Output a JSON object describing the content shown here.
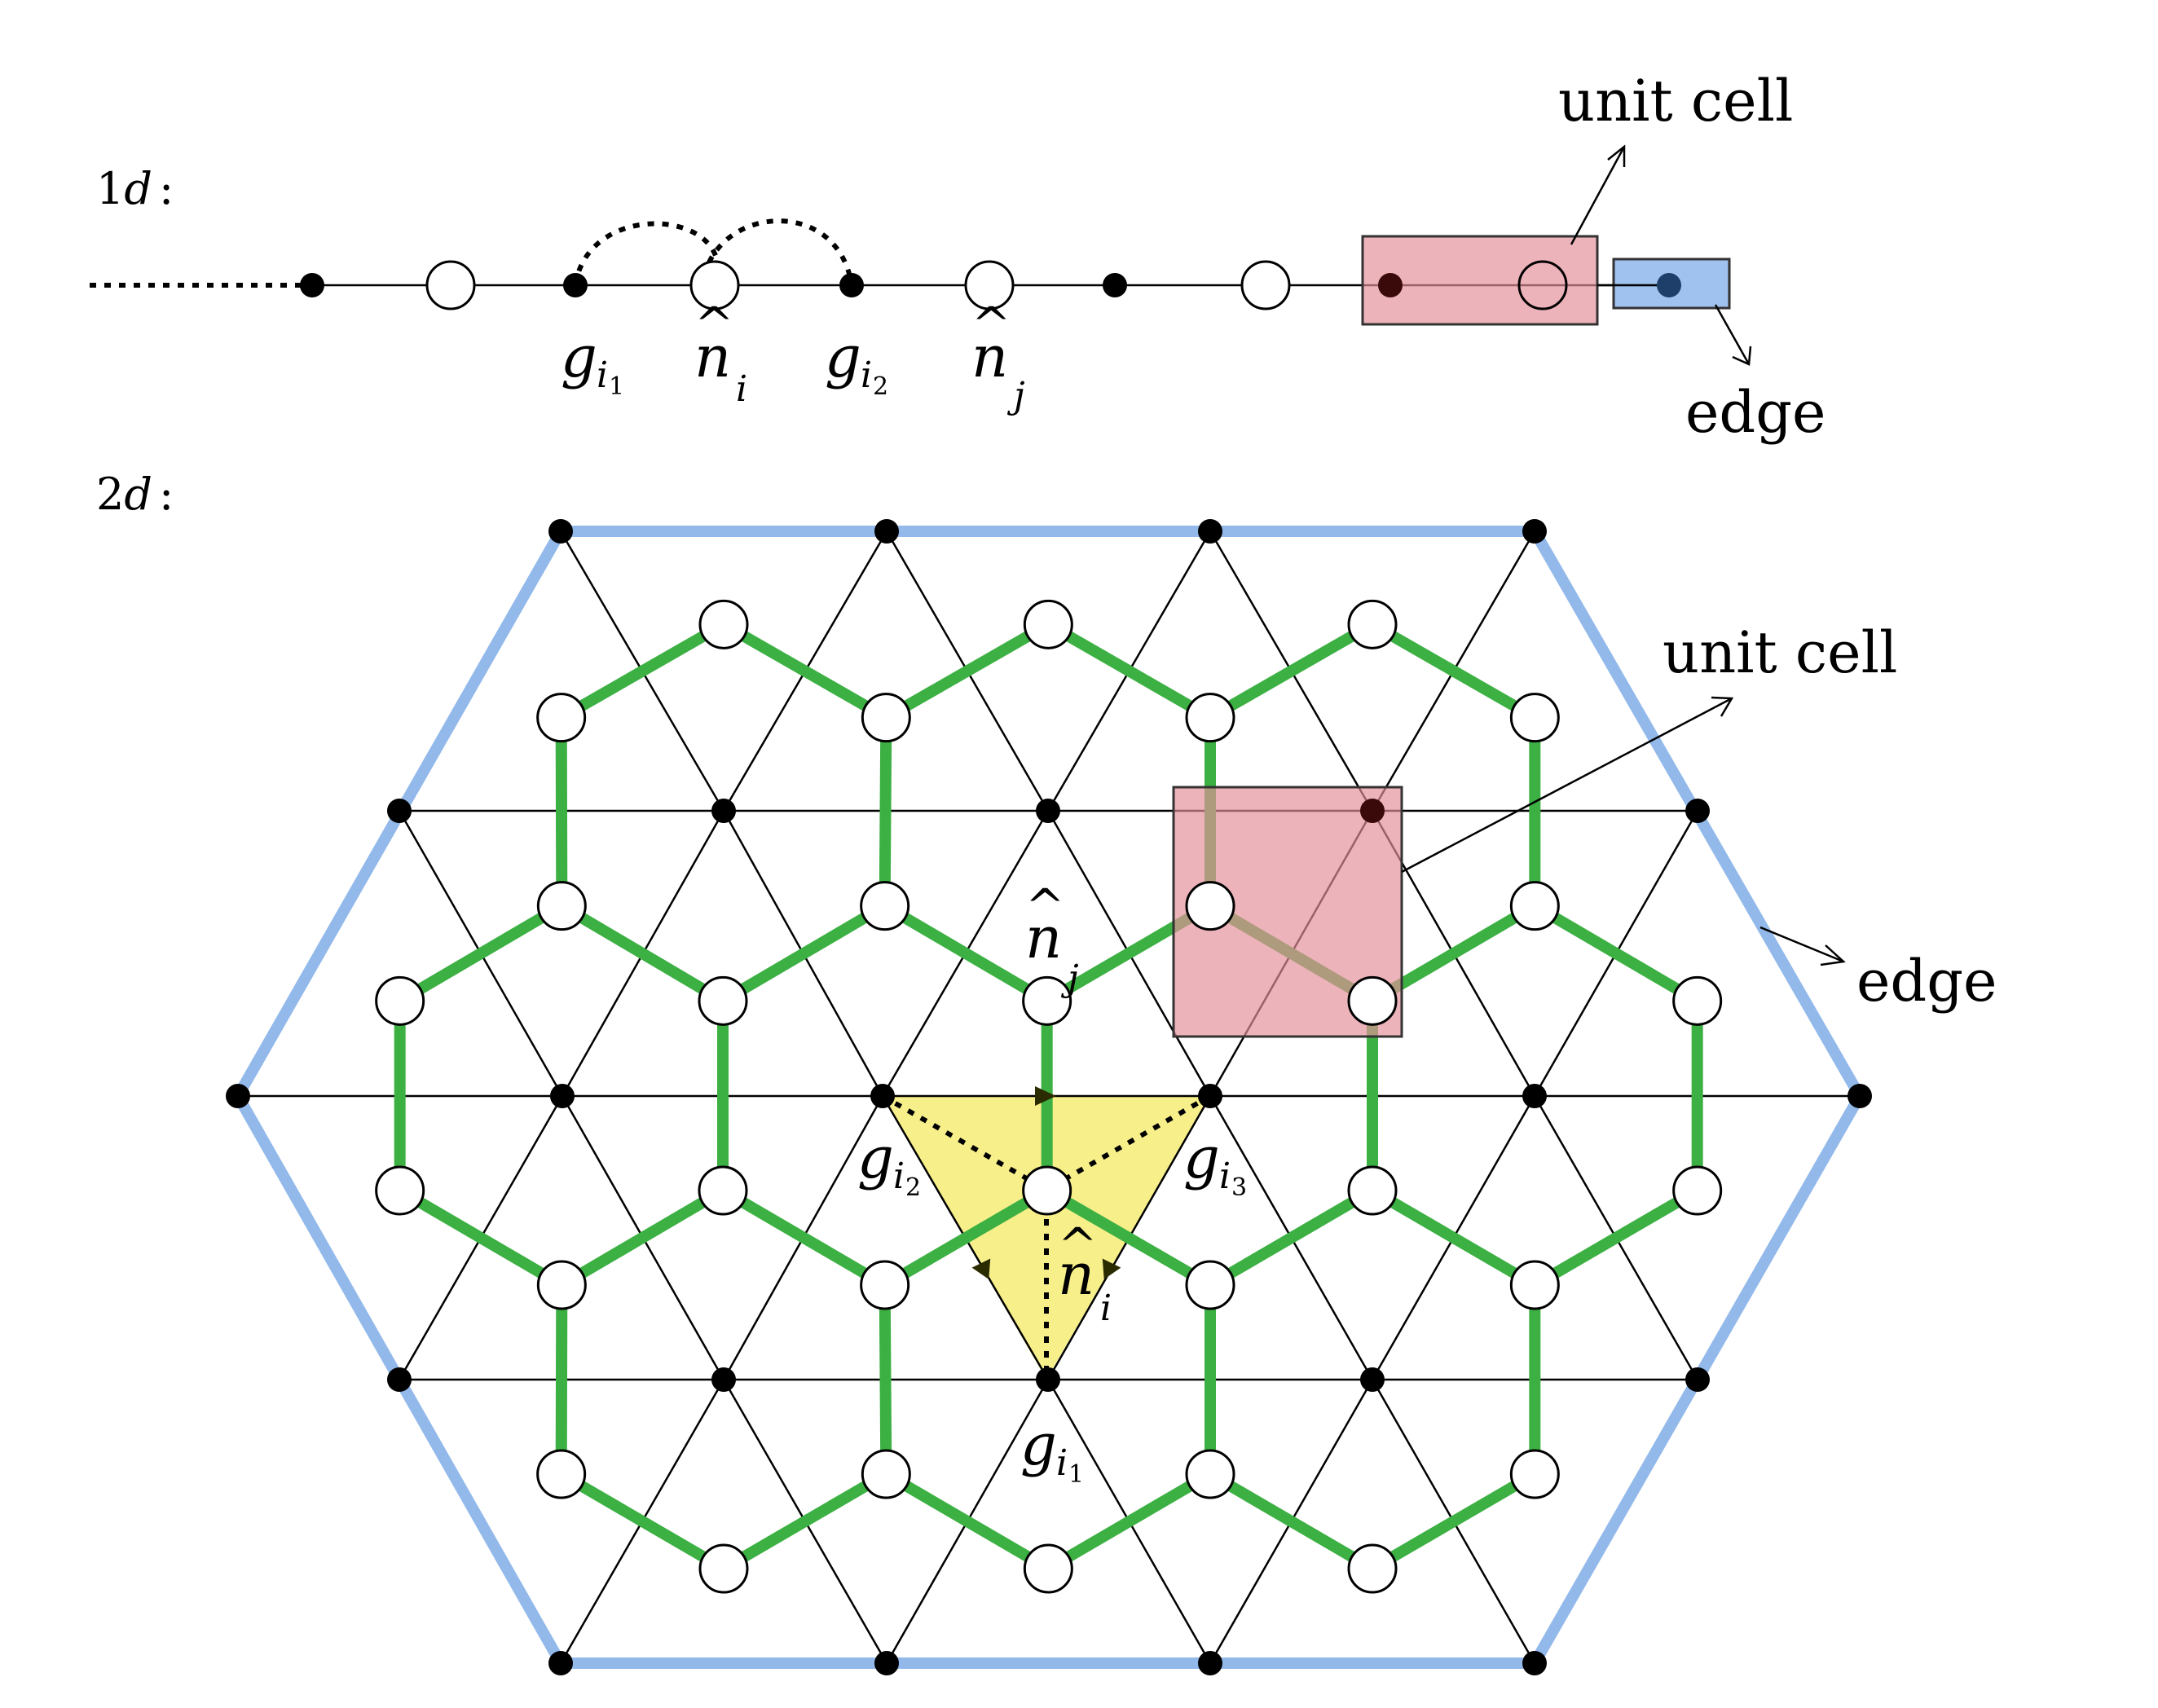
{
  "panel_1d": {
    "prefix": "1",
    "dim_letter": "d",
    "colon": ":",
    "labels": {
      "g_i1": {
        "base": "g",
        "sub": "i",
        "subsub": "1"
      },
      "n_i": {
        "base": "n",
        "hat": "^",
        "sub": "i"
      },
      "g_i2": {
        "base": "g",
        "sub": "i",
        "subsub": "2"
      },
      "n_j": {
        "base": "n",
        "hat": "^",
        "sub": "j"
      }
    },
    "unit_cell_text": "unit cell",
    "edge_text": "edge"
  },
  "panel_2d": {
    "prefix": "2",
    "dim_letter": "d",
    "colon": ":",
    "labels": {
      "n_j": {
        "base": "n",
        "hat": "^",
        "sub": "j"
      },
      "n_i": {
        "base": "n",
        "hat": "^",
        "sub": "i"
      },
      "g_i1": {
        "base": "g",
        "sub": "i",
        "subsub": "1"
      },
      "g_i2": {
        "base": "g",
        "sub": "i",
        "subsub": "2"
      },
      "g_i3": {
        "base": "g",
        "sub": "i",
        "subsub": "3"
      }
    },
    "unit_cell_text": "unit cell",
    "edge_text": "edge"
  },
  "colors": {
    "green_bonds": "#3cb043",
    "blue_edge": "#92b9ea",
    "unit_cell_fill": "#e58f99",
    "unit_cell_stroke": "#333333",
    "edge_box_fill": "#8eb7ec",
    "edge_box_dot": "#1f3f6b",
    "triangle_fill": "#f7ef8a",
    "unit_cell_dot": "#3a0a0a"
  }
}
